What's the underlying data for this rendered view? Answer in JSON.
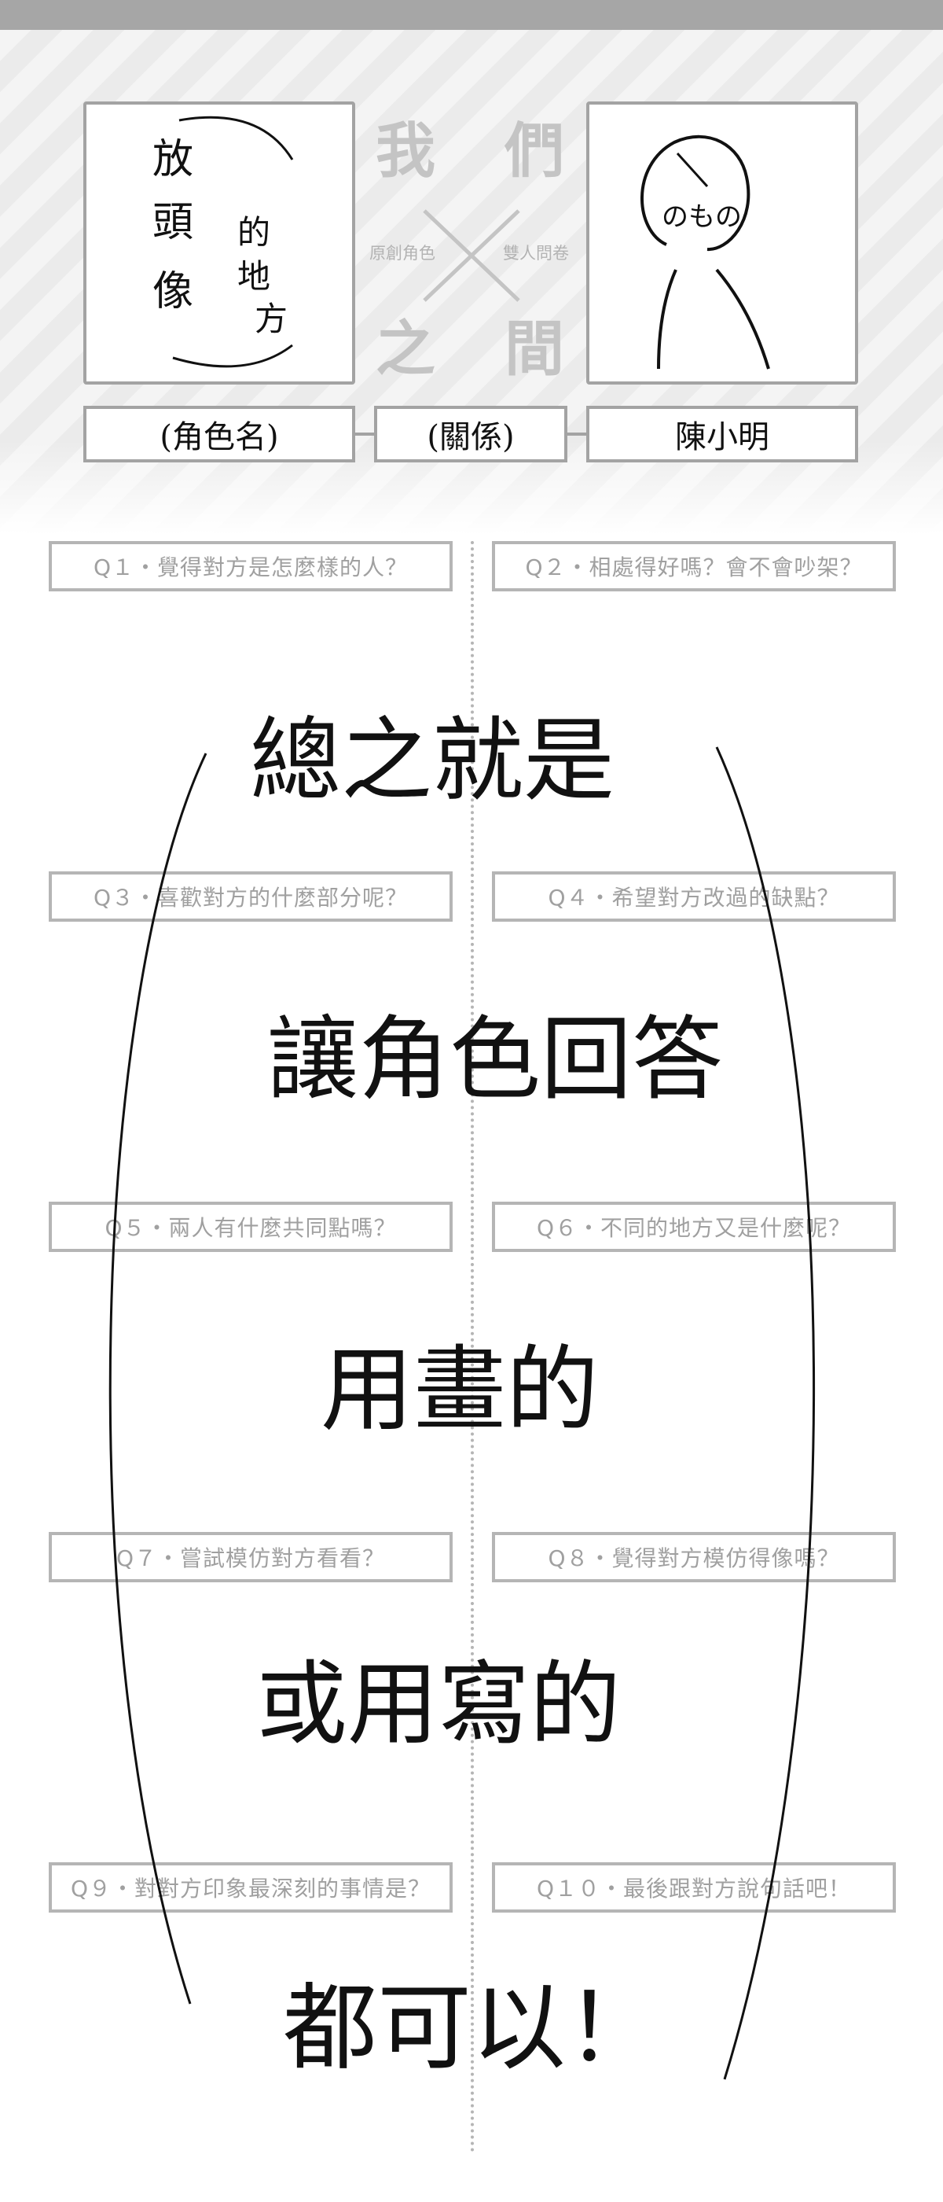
{
  "header": {
    "title_chars": [
      "我",
      "們",
      "之",
      "間"
    ],
    "left_tag": "原創角色",
    "right_tag": "雙人問卷",
    "left_avatar_note": [
      "放",
      "頭",
      "像",
      "的",
      "地",
      "方"
    ],
    "right_avatar_note": "のもの",
    "left_name": "(角色名)",
    "relation": "(關係)",
    "right_name": "陳小明"
  },
  "questions": [
    "Q１・覺得對方是怎麼樣的人？",
    "Q２・相處得好嗎？會不會吵架？",
    "Q３・喜歡對方的什麼部分呢？",
    "Q４・希望對方改過的缺點？",
    "Q５・兩人有什麼共同點嗎？",
    "Q６・不同的地方又是什麼呢？",
    "Q７・嘗試模仿對方看看？",
    "Q８・覺得對方模仿得像嗎？",
    "Q９・對對方印象最深刻的事情是？",
    "Q１０・最後跟對方說句話吧！"
  ],
  "handwriting": [
    "總之就是",
    "讓角色回答",
    "用畫的",
    "或用寫的",
    "都可以！"
  ]
}
